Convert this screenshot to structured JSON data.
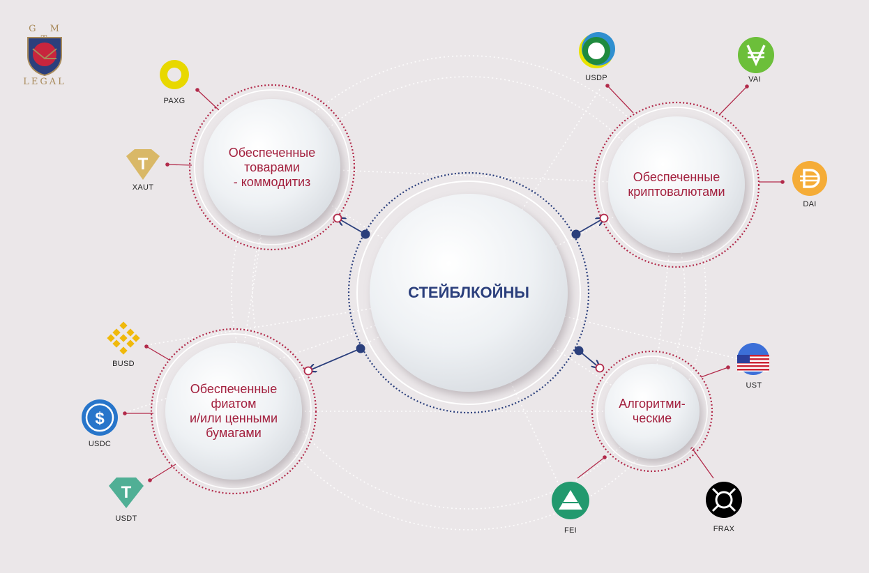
{
  "brand": {
    "top_text": "G M T",
    "bottom_text": "LEGAL"
  },
  "center": {
    "label": "СТЕЙБЛКОЙНЫ"
  },
  "categories": [
    {
      "key": "commodity",
      "lines": [
        "Обеспеченные",
        "товарами",
        "- коммодитиз"
      ]
    },
    {
      "key": "crypto",
      "lines": [
        "Обеспеченные",
        "криптовалютами"
      ]
    },
    {
      "key": "fiat",
      "lines": [
        "Обеспеченные",
        "фиатом",
        "и/или ценными",
        "бумагами"
      ]
    },
    {
      "key": "algorithmic",
      "lines": [
        "Алгоритми-",
        "ческие"
      ]
    }
  ],
  "coins": [
    {
      "key": "paxg",
      "label": "PAXG",
      "icon": "paxg-ring-icon",
      "color": "#e8d800"
    },
    {
      "key": "xaut",
      "label": "XAUT",
      "icon": "tether-gold-icon",
      "color": "#d9b867"
    },
    {
      "key": "usdp",
      "label": "USDP",
      "icon": "usdp-ring-icon",
      "color": "#1f8a3e"
    },
    {
      "key": "vai",
      "label": "VAI",
      "icon": "vai-icon",
      "color": "#6cbf3a"
    },
    {
      "key": "dai",
      "label": "DAI",
      "icon": "dai-icon",
      "color": "#f5ac37"
    },
    {
      "key": "busd",
      "label": "BUSD",
      "icon": "binance-icon",
      "color": "#f0b90b"
    },
    {
      "key": "usdc",
      "label": "USDC",
      "icon": "dollar-icon",
      "color": "#2775ca"
    },
    {
      "key": "usdt",
      "label": "USDT",
      "icon": "tether-icon",
      "color": "#50af95"
    },
    {
      "key": "ust",
      "label": "UST",
      "icon": "us-flag-icon",
      "color": "#3c6fd8"
    },
    {
      "key": "fei",
      "label": "FEI",
      "icon": "fei-pyramid-icon",
      "color": "#22996e"
    },
    {
      "key": "frax",
      "label": "FRAX",
      "icon": "frax-icon",
      "color": "#000000"
    }
  ],
  "colors": {
    "background": "#ebe7e9",
    "category_text": "#a3203e",
    "center_text": "#2b3f7c",
    "dot_ring": "#b22a4a",
    "center_ring": "#2b3f7c"
  }
}
